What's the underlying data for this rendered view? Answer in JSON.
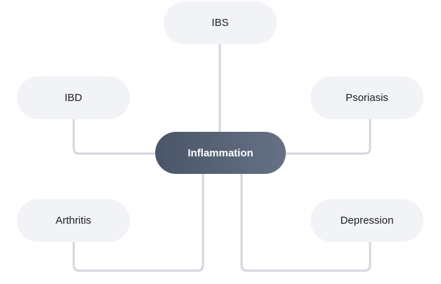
{
  "diagram": {
    "type": "mind-map",
    "center": {
      "label": "Inflammation"
    },
    "nodes": [
      {
        "id": "ibs",
        "label": "IBS"
      },
      {
        "id": "ibd",
        "label": "IBD"
      },
      {
        "id": "psoriasis",
        "label": "Psoriasis"
      },
      {
        "id": "arthritis",
        "label": "Arthritis"
      },
      {
        "id": "depression",
        "label": "Depression"
      }
    ],
    "edges": [
      {
        "from": "center",
        "to": "ibs"
      },
      {
        "from": "center",
        "to": "ibd"
      },
      {
        "from": "center",
        "to": "psoriasis"
      },
      {
        "from": "center",
        "to": "arthritis"
      },
      {
        "from": "center",
        "to": "depression"
      }
    ],
    "colors": {
      "center_start": "#4a5568",
      "center_end": "#667186",
      "node_fill": "#f2f3f7",
      "connector": "#d4d6de"
    }
  }
}
